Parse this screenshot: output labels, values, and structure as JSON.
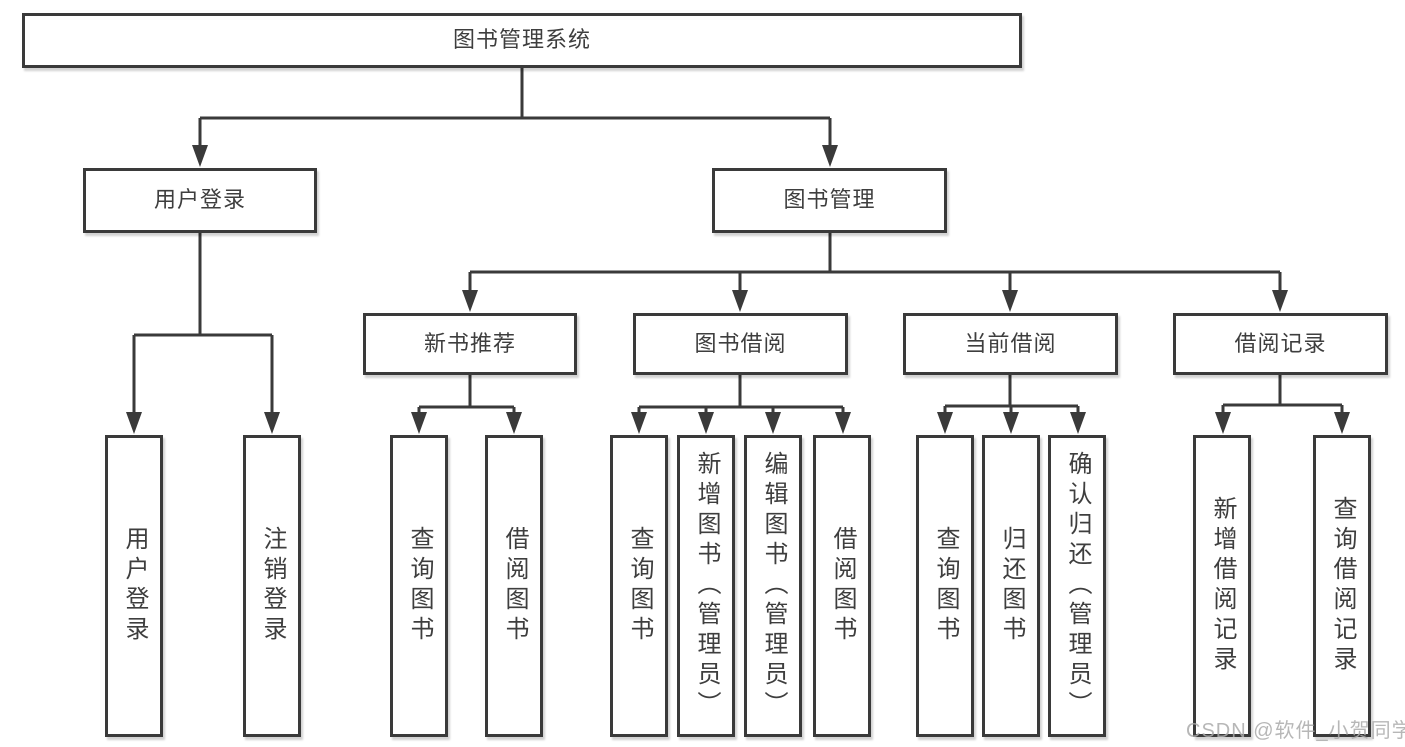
{
  "tree": {
    "label": "图书管理系统",
    "children": [
      {
        "label": "用户登录",
        "children": [
          {
            "label": "用户登录"
          },
          {
            "label": "注销登录"
          }
        ]
      },
      {
        "label": "图书管理",
        "children": [
          {
            "label": "新书推荐",
            "children": [
              {
                "label": "查询图书"
              },
              {
                "label": "借阅图书"
              }
            ]
          },
          {
            "label": "图书借阅",
            "children": [
              {
                "label": "查询图书"
              },
              {
                "label": "新增图书（管理员）"
              },
              {
                "label": "编辑图书（管理员）"
              },
              {
                "label": "借阅图书"
              }
            ]
          },
          {
            "label": "当前借阅",
            "children": [
              {
                "label": "查询图书"
              },
              {
                "label": "归还图书"
              },
              {
                "label": "确认归还（管理员）"
              }
            ]
          },
          {
            "label": "借阅记录",
            "children": [
              {
                "label": "新增借阅记录"
              },
              {
                "label": "查询借阅记录"
              }
            ]
          }
        ]
      }
    ]
  },
  "watermark": {
    "text": "CSDN @软件_小贺同学"
  },
  "colors": {
    "line": "#3a3a3a",
    "text": "#3e3e3e",
    "watermark": "#aaaaaa"
  }
}
